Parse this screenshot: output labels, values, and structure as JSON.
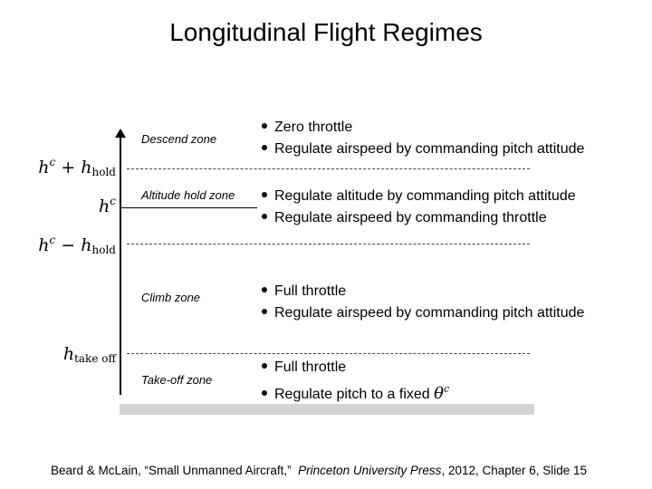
{
  "title": "Longitudinal Flight Regimes",
  "labels": {
    "h_plus_hold": {
      "base": "h",
      "sup": "c",
      "op": " + ",
      "base2": "h",
      "sub": "hold"
    },
    "h_c": {
      "base": "h",
      "sup": "c"
    },
    "h_minus_hold": {
      "base": "h",
      "sup": "c",
      "op": " − ",
      "base2": "h",
      "sub": "hold"
    },
    "h_takeoff": {
      "base": "h",
      "sub": "take off"
    }
  },
  "zones": {
    "descend": {
      "name": "Descend zone",
      "bullets": [
        "Zero throttle",
        "Regulate airspeed by commanding pitch attitude"
      ]
    },
    "altitude_hold": {
      "name": "Altitude hold zone",
      "bullets": [
        "Regulate altitude by commanding pitch attitude",
        "Regulate airspeed by commanding throttle"
      ]
    },
    "climb": {
      "name": "Climb zone",
      "bullets": [
        "Full throttle",
        "Regulate airspeed by commanding pitch attitude"
      ]
    },
    "takeoff": {
      "name": "Take-off zone",
      "bullets": [
        "Full throttle",
        "Regulate pitch to a fixed"
      ],
      "theta": "θ",
      "theta_sup": "c"
    }
  },
  "footer": {
    "authors": "Beard & McLain, “Small Unmanned Aircraft,”",
    "publisher": "Princeton University Press",
    "rest": ", 2012,   Chapter 6, Slide 15"
  }
}
